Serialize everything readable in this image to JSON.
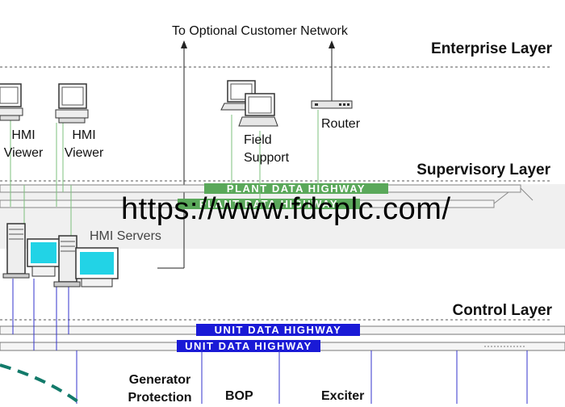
{
  "top_label": "To Optional Customer Network",
  "layers": {
    "enterprise": "Enterprise Layer",
    "supervisory": "Supervisory Layer",
    "control": "Control Layer"
  },
  "nodes": {
    "hmi_viewer_1": "HMI\nViewer",
    "hmi_viewer_2": "HMI\nViewer",
    "field_support": "Field\nSupport",
    "router": "Router",
    "hmi_servers": "HMI Servers"
  },
  "highways": {
    "plant_1": "Plant Data Highway",
    "plant_2": "Plant Data Highway",
    "unit_1": "Unit Data Highway",
    "unit_2": "Unit Data Highway"
  },
  "bottom_labels": {
    "generator_protection": "Generator\nProtection",
    "bop": "BOP",
    "exciter": "Exciter"
  },
  "watermark": "https://www.fdcplc.com/",
  "colors": {
    "plant_highway": "#5aa85a",
    "unit_highway": "#1a1ad6",
    "unit_line": "#3333cc",
    "plant_line": "#7cc07c",
    "dashed_arc": "#127a6a",
    "band": "#ececec"
  }
}
